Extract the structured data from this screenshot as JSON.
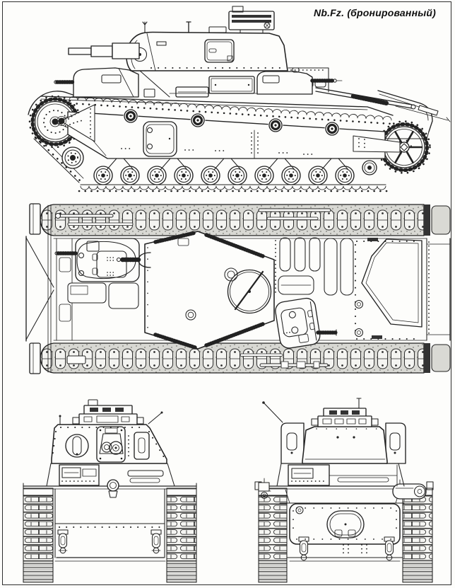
{
  "figure": {
    "title": "Nb.Fz. (бронированный)",
    "drawing_type": "four-view technical line drawing",
    "views": [
      "side-elevation",
      "plan-top-view",
      "front-view",
      "rear-view"
    ]
  },
  "palette": {
    "paper": "#fdfdfb",
    "ink": "#222222",
    "frame": "#2f2f2f",
    "track_fill": "#d8d8d3",
    "dark_fill": "#333333"
  }
}
